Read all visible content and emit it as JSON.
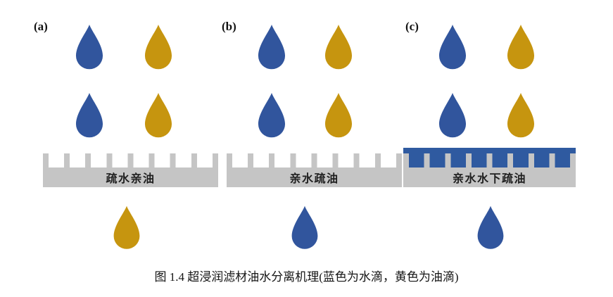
{
  "figure": {
    "caption": "图 1.4 超浸润滤材油水分离机理(蓝色为水滴，黄色为油滴)"
  },
  "colors": {
    "water_drop": "#31559D",
    "oil_drop": "#C6950F",
    "substrate_gray": "#C5C5C5",
    "water_layer_blue": "#2F5AA0",
    "surface_label_text": "#1F1F1F"
  },
  "panels": [
    {
      "tag": "(a)",
      "surface_label": "疏水亲油",
      "surface_meaning": "hydrophobic-oleophilic",
      "drops_above": [
        "water",
        "oil",
        "water",
        "oil"
      ],
      "drop_passing_through": "oil",
      "water_layer_on_surface": false
    },
    {
      "tag": "(b)",
      "surface_label": "亲水疏油",
      "surface_meaning": "hydrophilic-oleophobic",
      "drops_above": [
        "water",
        "oil",
        "water",
        "oil"
      ],
      "drop_passing_through": "water",
      "water_layer_on_surface": false
    },
    {
      "tag": "(c)",
      "surface_label": "亲水水下疏油",
      "surface_meaning": "hydrophilic-underwater-oleophobic",
      "drops_above": [
        "water",
        "oil",
        "water",
        "oil"
      ],
      "drop_passing_through": "water",
      "water_layer_on_surface": true
    }
  ]
}
